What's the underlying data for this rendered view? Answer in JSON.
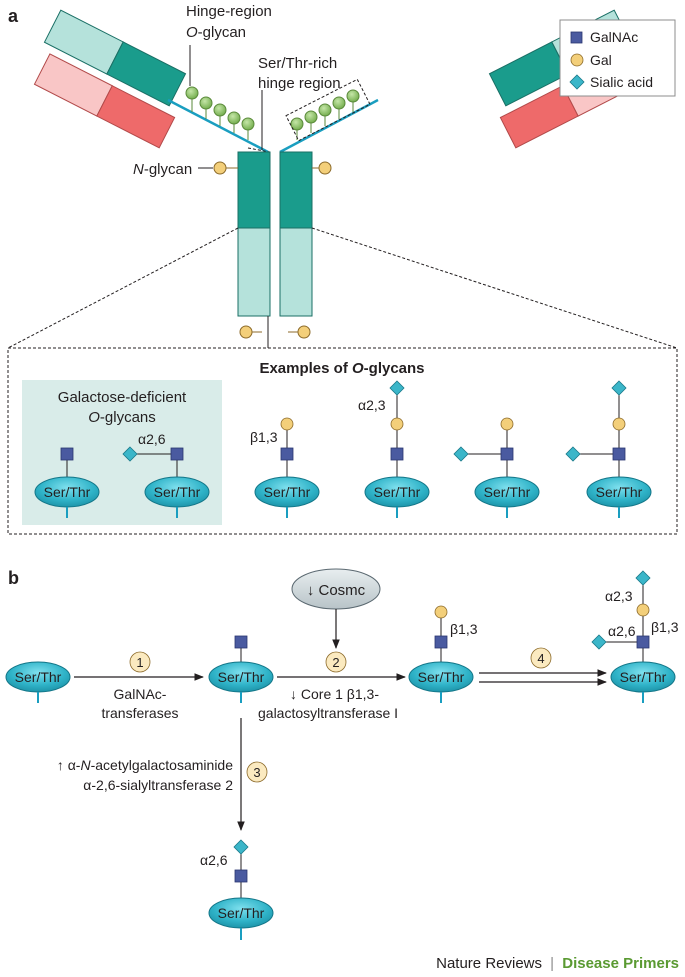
{
  "panel_a": {
    "letter": "a",
    "hinge_glycan_line1": "Hinge-region",
    "hinge_glycan_line2_italic": "O",
    "hinge_glycan_line2_rest": "-glycan",
    "hinge_region_line1": "Ser/Thr-rich",
    "hinge_region_line2": "hinge region",
    "nglycan_italic": "N",
    "nglycan_rest": "-glycan",
    "examples_title_prefix": "Examples of ",
    "examples_title_italic": "O",
    "examples_title_suffix": "-glycans",
    "gd_line1": "Galactose-deficient",
    "gd_line2_italic": "O",
    "gd_line2_rest": "-glycans",
    "linkage_a26": "α2,6",
    "linkage_b13": "β1,3",
    "linkage_a23": "α2,3",
    "residue": "Ser/Thr"
  },
  "legend": {
    "items": [
      {
        "label": "GalNAc",
        "shape": "square",
        "color": "#4a5aa0"
      },
      {
        "label": "Gal",
        "shape": "circle",
        "color": "#f3cf7a"
      },
      {
        "label": "Sialic acid",
        "shape": "diamond",
        "color": "#3bb6c9"
      }
    ]
  },
  "panel_b": {
    "letter": "b",
    "cosmc": "↓ Cosmc",
    "step1": "1",
    "step2": "2",
    "step3": "3",
    "step4": "4",
    "enzyme1_line1": "GalNAc-",
    "enzyme1_line2": "transferases",
    "enzyme2_line1": "↓ Core 1 β1,3-",
    "enzyme2_line2": "galactosyltransferase I",
    "enzyme3_prefix": "↑ α-",
    "enzyme3_italic": "N",
    "enzyme3_rest": "-acetylgalactosaminide",
    "enzyme3_line2": "α-2,6-sialyltransferase 2",
    "linkage_b13": "β1,3",
    "linkage_a23": "α2,3",
    "linkage_a26": "α2,6",
    "residue": "Ser/Thr"
  },
  "footer": {
    "journal": "Nature Reviews",
    "separator": "|",
    "series": "Disease Primers"
  },
  "colors": {
    "teal_dark": "#1a9c8c",
    "teal_light": "#b5e2db",
    "red": "#ee6a6a",
    "pink": "#f9c6c6",
    "galnac": "#4a5aa0",
    "gal": "#f3cf7a",
    "sialic": "#3bb6c9",
    "hinge_glycan": "#8cc36b",
    "panel_bg": "#d9ece9",
    "accent_green": "#5a9a32"
  }
}
